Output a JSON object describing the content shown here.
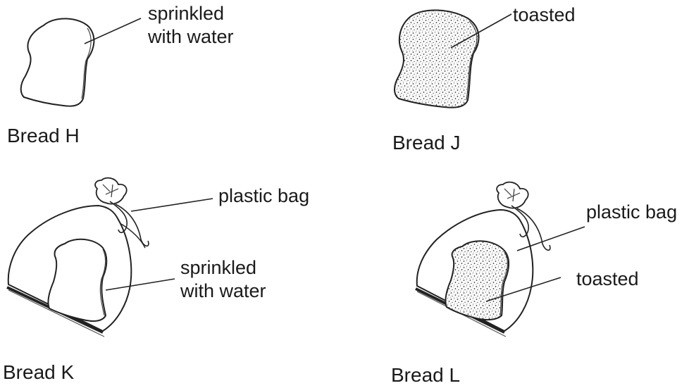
{
  "panels": [
    {
      "caption": "Bread H",
      "labels": [
        "sprinkled",
        "with water"
      ]
    },
    {
      "caption": "Bread J",
      "labels": [
        "toasted"
      ]
    },
    {
      "caption": "Bread K",
      "labels": [
        "plastic bag",
        "sprinkled",
        "with water"
      ]
    },
    {
      "caption": "Bread L",
      "labels": [
        "plastic bag",
        "toasted"
      ]
    }
  ]
}
